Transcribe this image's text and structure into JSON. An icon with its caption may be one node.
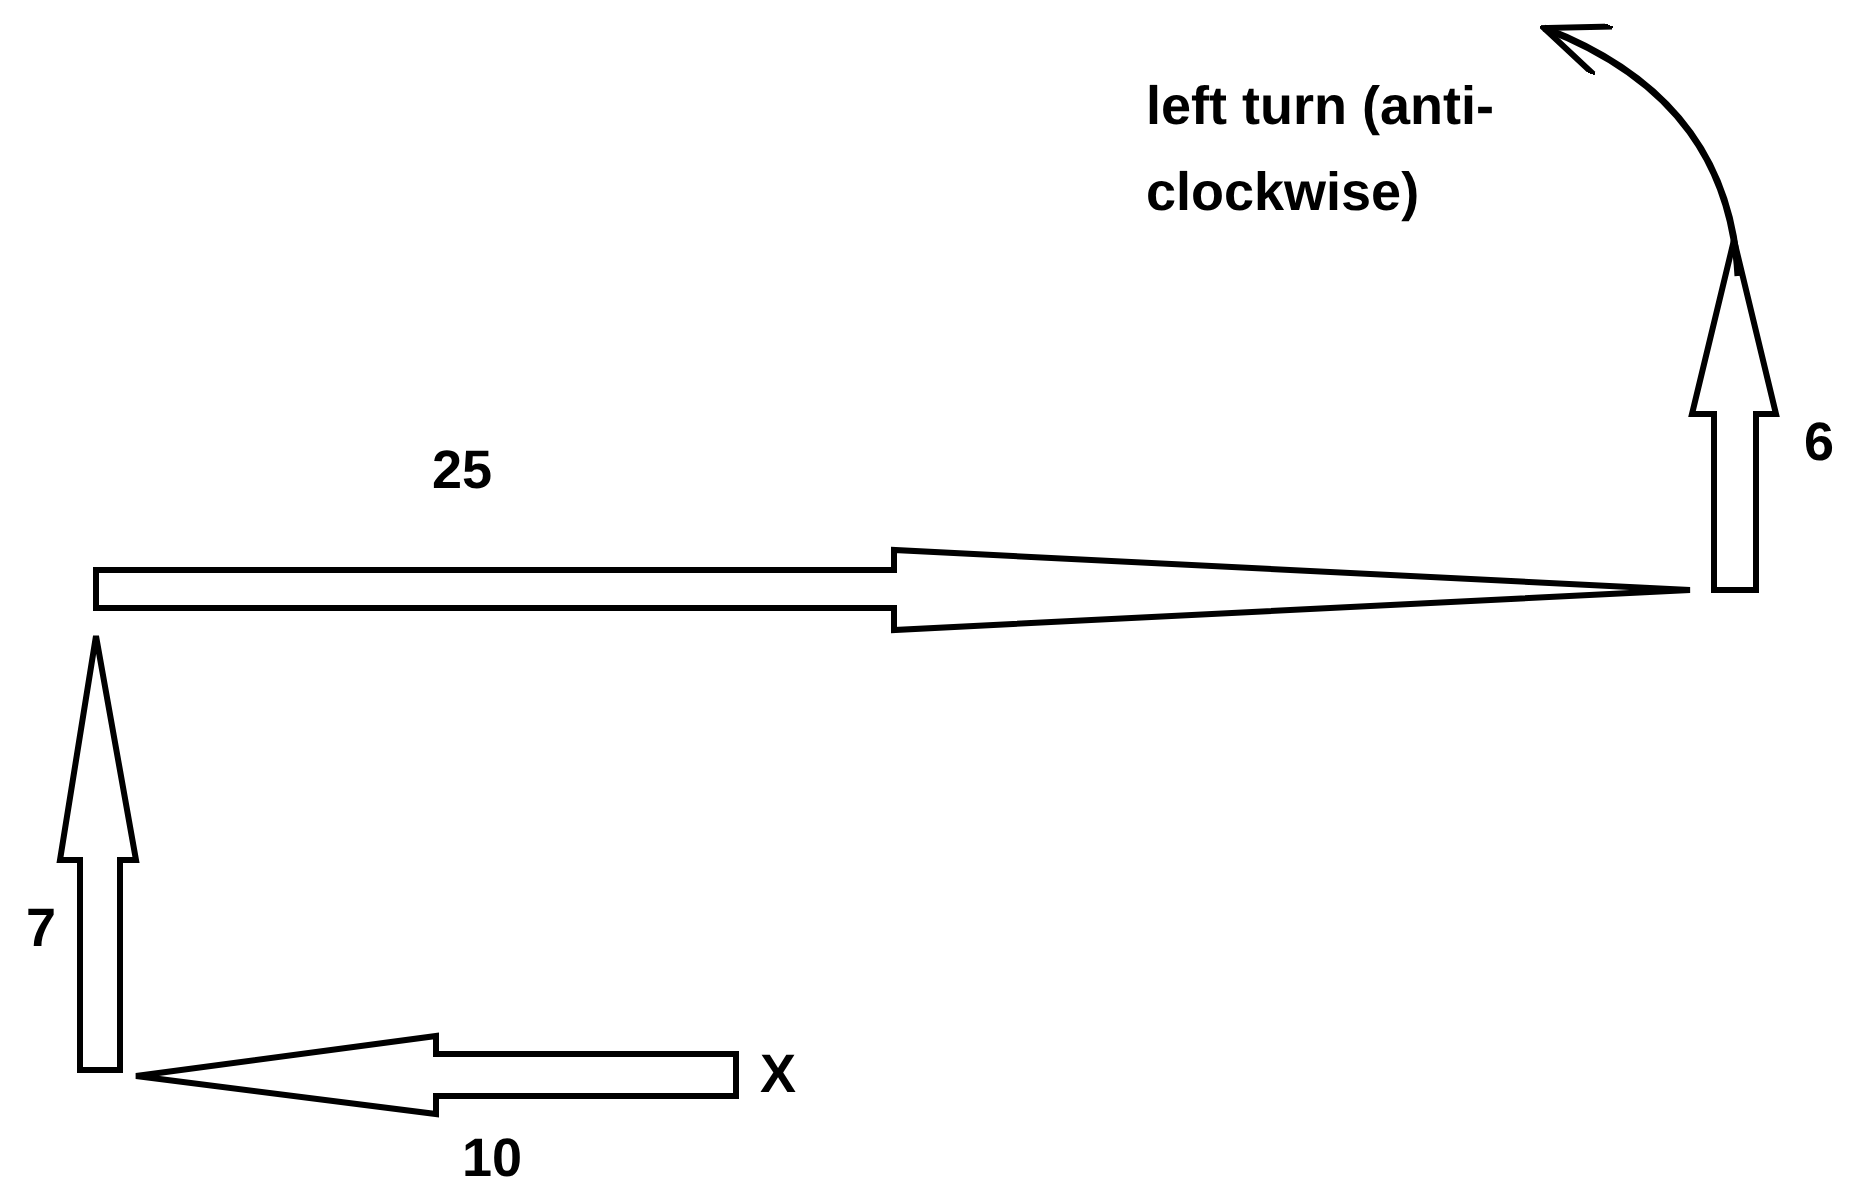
{
  "diagram": {
    "labels": [
      "left turn (anti-clockwise)",
      "25",
      "6",
      "7",
      "X",
      "10"
    ]
  }
}
